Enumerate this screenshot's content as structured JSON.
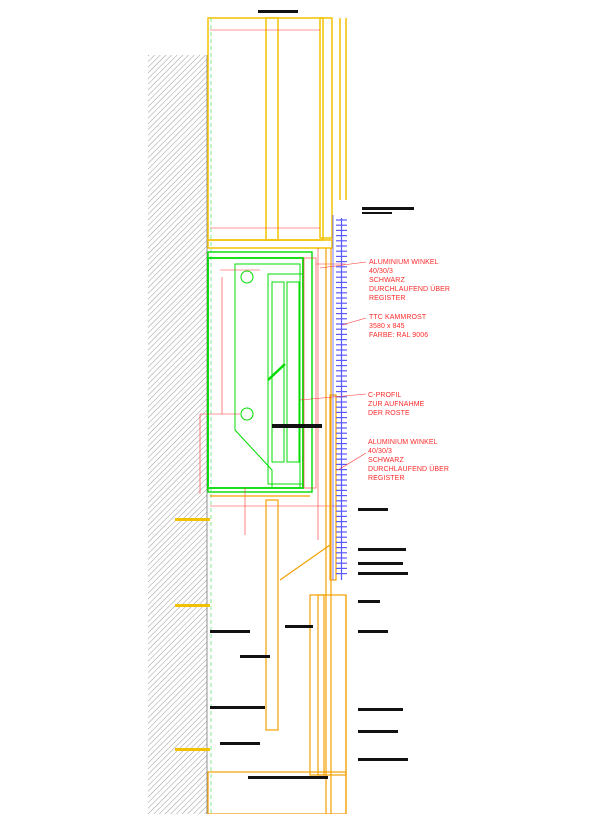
{
  "annotations": [
    {
      "id": "aluminium-winkel-top",
      "lines": [
        "ALUMINIUM WINKEL",
        "40/30/3",
        "SCHWARZ",
        "DURCHLAUFEND ÜBER",
        "REGISTER"
      ]
    },
    {
      "id": "ttc-kammrost",
      "lines": [
        "TTC KAMMROST",
        "3580 x 845",
        "FARBE: RAL 9006"
      ]
    },
    {
      "id": "c-profil",
      "lines": [
        "C-PROFIL",
        "ZUR AUFNAHME",
        "DER ROSTE"
      ]
    },
    {
      "id": "aluminium-winkel-bottom",
      "lines": [
        "ALUMINIUM WINKEL",
        "40/30/3",
        "SCHWARZ",
        "DURCHLAUFEND ÜBER",
        "REGISTER"
      ]
    }
  ],
  "colors": {
    "wall_hatch": "#9a9a9a",
    "insulation": "#f2c200",
    "frame": "#00dd00",
    "dims": "#ff3030",
    "grate": "#5a5aff"
  }
}
